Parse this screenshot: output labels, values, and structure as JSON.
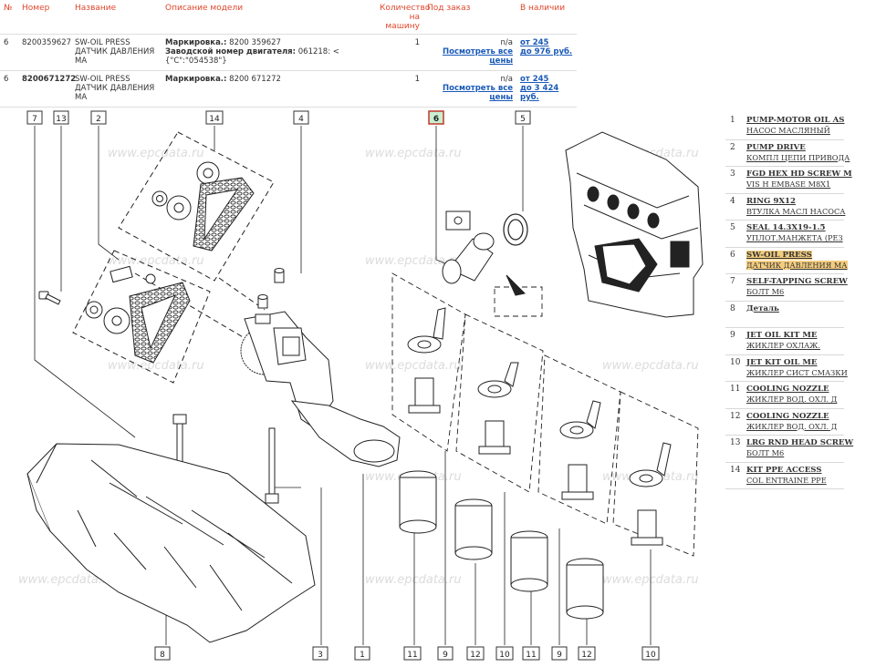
{
  "table": {
    "headers": {
      "no": "№",
      "number": "Номер",
      "name": "Название",
      "description": "Описание модели",
      "qty_line1": "Количество",
      "qty_line2": "на машину",
      "order": "Под заказ",
      "stock": "В наличии"
    },
    "rows": [
      {
        "no": "6",
        "number": "8200359627",
        "name1": "SW-OIL PRESS",
        "name2": "ДАТЧИК ДАВЛЕНИЯ МА",
        "desc1_label": "Маркировка.:",
        "desc1_value": " 8200 359627",
        "desc2_label": "Заводской номер двигателя:",
        "desc2_value": " 061218: < {\"C\":\"054538\"}",
        "qty": "1",
        "order_status": "n/a",
        "order_link": "Посмотреть все цены",
        "stock_from": "от 245",
        "stock_to": "до 976 руб."
      },
      {
        "no": "6",
        "number": "8200671272",
        "name1": "SW-OIL PRESS",
        "name2": "ДАТЧИК ДАВЛЕНИЯ МА",
        "desc1_label": "Маркировка.:",
        "desc1_value": " 8200 671272",
        "qty": "1",
        "order_status": "n/a",
        "order_link": "Посмотреть все цены",
        "stock_from": "от 245",
        "stock_to": "до 3 424 руб."
      }
    ]
  },
  "diagram": {
    "watermark": "www.epcdata.ru",
    "callouts": {
      "c7": "7",
      "c13": "13",
      "c2": "2",
      "c14": "14",
      "c4": "4",
      "c6": "6",
      "c5": "5",
      "b8": "8",
      "b3": "3",
      "b1": "1",
      "b11a": "11",
      "b9a": "9",
      "b12a": "12",
      "b10a": "10",
      "b11b": "11",
      "b9b": "9",
      "b12b": "12",
      "b10b": "10"
    },
    "colors": {
      "callout_selected": "#c8efd0",
      "callout_selected_border": "#c0392b",
      "watermark": "#e0e0e0"
    }
  },
  "legend": {
    "items": [
      {
        "num": "1",
        "name": "PUMP-MOTOR OIL AS",
        "desc": "НАСОС МАСЛЯНЫЙ"
      },
      {
        "num": "2",
        "name": "PUMP DRIVE",
        "desc": "КОМПЛ ЦЕПИ ПРИВОДА"
      },
      {
        "num": "3",
        "name": "FGD HEX HD SCREW M",
        "desc": "VIS H EMBASE M8X1"
      },
      {
        "num": "4",
        "name": "RING 9X12",
        "desc": "ВТУЛКА МАСЛ НАСОСА"
      },
      {
        "num": "5",
        "name": "SEAL 14.3X19-1.5",
        "desc": "УПЛОТ.МАНЖЕТА (РЕЗ"
      },
      {
        "num": "6",
        "name": "SW-OIL PRESS",
        "desc": "ДАТЧИК ДАВЛЕНИЯ МА",
        "highlight": true
      },
      {
        "num": "7",
        "name": "SELF-TAPPING SCREW",
        "desc": "БОЛТ M6"
      },
      {
        "num": "8",
        "name": "Деталь",
        "desc": ""
      },
      {
        "num": "9",
        "name": "JET OIL KIT ME",
        "desc": "ЖИКЛЕР ОХЛАЖ."
      },
      {
        "num": "10",
        "name": "JET KIT OIL ME",
        "desc": "ЖИКЛЕР СИСТ СМАЗКИ"
      },
      {
        "num": "11",
        "name": "COOLING NOZZLE",
        "desc": "ЖИКЛЕР ВОД. ОХЛ. Д"
      },
      {
        "num": "12",
        "name": "COOLING NOZZLE",
        "desc": "ЖИКЛЕР ВОД. ОХЛ. Д"
      },
      {
        "num": "13",
        "name": "LRG RND HEAD SCREW",
        "desc": "БОЛТ M6"
      },
      {
        "num": "14",
        "name": "KIT PPE ACCESS",
        "desc": "COL ENTRAINE PPE"
      }
    ],
    "highlight_color": "#f3cc7e"
  }
}
